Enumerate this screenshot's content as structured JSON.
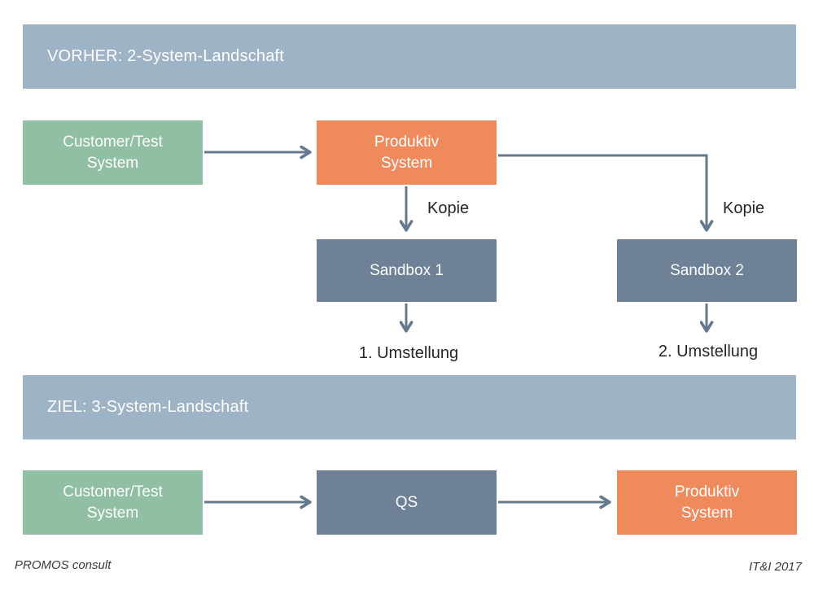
{
  "colors": {
    "header_bg": "#9eb3c6",
    "green": "#90bfa4",
    "orange": "#ef8a5c",
    "slate": "#6e8197",
    "arrow": "#65798e",
    "text_dark": "#262626"
  },
  "sections": {
    "vorher": {
      "title": "VORHER: 2-System-Landschaft"
    },
    "ziel": {
      "title": "ZIEL: 3-System-Landschaft"
    }
  },
  "nodes": {
    "customer_test_before": {
      "label": "Customer/Test\nSystem"
    },
    "produktiv_before": {
      "label": "Produktiv\nSystem"
    },
    "sandbox1": {
      "label": "Sandbox 1"
    },
    "sandbox2": {
      "label": "Sandbox 2"
    },
    "customer_test_after": {
      "label": "Customer/Test\nSystem"
    },
    "qs": {
      "label": "QS"
    },
    "produktiv_after": {
      "label": "Produktiv\nSystem"
    }
  },
  "labels": {
    "kopie_left": "Kopie",
    "kopie_right": "Kopie",
    "umstellung_1": "1. Umstellung",
    "umstellung_2": "2. Umstellung"
  },
  "footer": {
    "left": "PROMOS consult",
    "right": "IT&I 2017"
  }
}
